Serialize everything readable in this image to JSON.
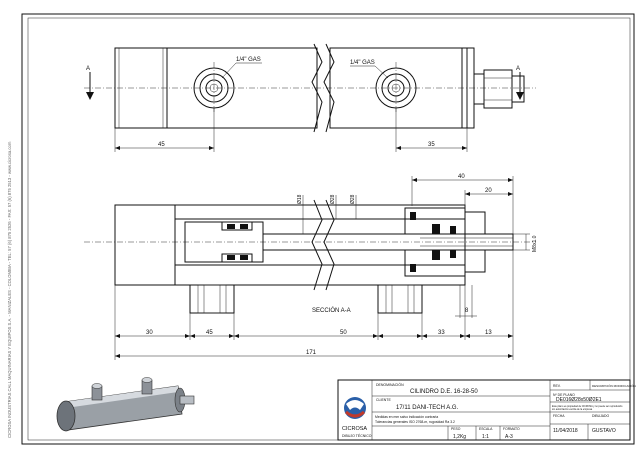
{
  "side_margin_text": "CICROSA INDUSTRIAS CALL MAQUINARIAS Y EQUIPOS S.A. - MANIZALES - COLOMBIA - TEL: 57 (6) 875 2526 - FAX: 57 (6) 875 2513 - www.cicrosa.com",
  "top_view": {
    "port_label_1": "1/4\" GAS",
    "port_label_2": "1/4\" GAS",
    "section_mark_left": "A",
    "section_mark_right": "A",
    "dim_left": "45",
    "dim_right": "35"
  },
  "section_view": {
    "caption": "SECCIÓN A-A",
    "dia_labels": [
      "Ø18",
      "Ø28",
      "Ø28"
    ],
    "thread_label": "M8x1.0",
    "dim_top_outer": "40",
    "dim_top_inner": "20",
    "dim_small": "8",
    "chain_dims": [
      "30",
      "45",
      "50",
      "33",
      "13"
    ],
    "overall": "171"
  },
  "title_block": {
    "designation_header": "DENOMINACIÓN",
    "designation": "CILINDRO D.E. 16-28-50",
    "client_header": "CLIENTE",
    "client": "17/11 DANI-TECH A.G.",
    "company": "CICROSA",
    "company_sub": "DIBUJO TÉCNICO",
    "note_line_1": "Medidas en mm salvo indicación contraria",
    "note_line_2": "Tolerancias generales ISO 2768-m, rugosidad Ra 3.2",
    "weight_header": "PESO",
    "weight": "1,2Kg",
    "scale_header": "ESCALA",
    "scale": "1:1",
    "format_header": "FORMATO",
    "format": "A-3",
    "drawing_no_header": "Nº DE PLANO",
    "drawing_no": "DE016Ø28x50Ø2E1",
    "date_header": "FECHA",
    "date": "11/04/2018",
    "drawn_header": "DIBUJADO",
    "drawn_by": "GUSTAVO",
    "rev_header": "REV.",
    "rev_header_2": "DESCRIPCIÓN MODIFICACIÓN",
    "info_small_1": "Este plano es propiedad de CICROSA y no puede ser reproducido",
    "info_small_2": "sin autorización escrita de la empresa"
  }
}
